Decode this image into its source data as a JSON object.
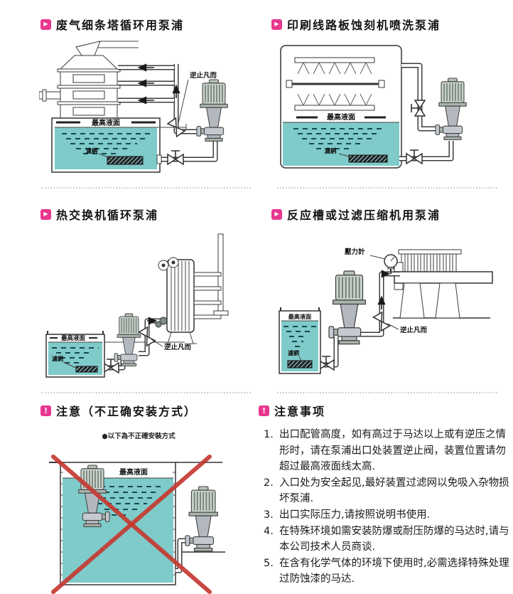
{
  "sections": {
    "waste_gas_tower": {
      "title": "废气细条塔循环用泵浦"
    },
    "pcb_etching": {
      "title": "印刷线路板蚀刻机喷洗泵浦"
    },
    "heat_exchanger": {
      "title": "热交换机循环泵浦"
    },
    "filter_press": {
      "title": "反应槽或过滤压缩机用泵浦"
    },
    "caution_incorrect": {
      "title": "注意（不正确安装方式）"
    },
    "caution_notes": {
      "title": "注意事项"
    }
  },
  "icons": {
    "play": "▶",
    "alert": "!"
  },
  "labels": {
    "check_valve": "逆止凡而",
    "max_liquid_level": "最高液面",
    "strainer": "濾網",
    "pressure_gauge": "壓力計",
    "incorrect_caption": "●以下為不正確安裝方式"
  },
  "notes": {
    "items": [
      {
        "num": "1.",
        "text": "出口配管高度，如有高过于马达以上或有逆压之情形时，请在泵浦出口处装置逆止阀，装置位置请勿超过最高液面线太高."
      },
      {
        "num": "2.",
        "text": "入口处为安全起见,最好装置过滤网以免吸入杂物损坏泵浦."
      },
      {
        "num": "3.",
        "text": "出口实际压力,请按照说明书使用."
      },
      {
        "num": "4.",
        "text": "在特殊环境如需安装防爆或耐压防爆的马达时,请与本公司技术人员商谈."
      },
      {
        "num": "5.",
        "text": "在含有化学气体的环境下使用时,必需选择特殊处理过防蚀漆的马达."
      }
    ]
  },
  "colors": {
    "accent": "#e8378f",
    "liquid": "#7fcbca",
    "cross_red": "#c53a32",
    "dash": "#17494e"
  }
}
